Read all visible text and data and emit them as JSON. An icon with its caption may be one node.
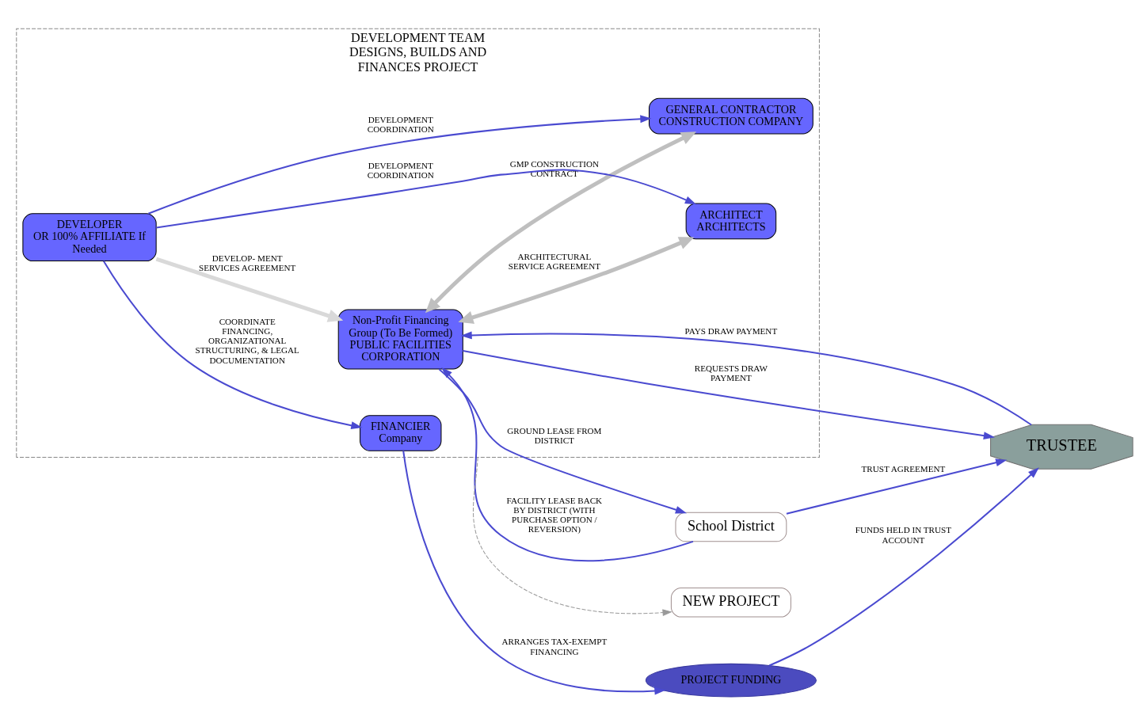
{
  "diagram": {
    "nodes": [
      {
        "text": [
          "School District"
        ]
      },
      {
        "text": [
          "TRUSTEE"
        ]
      },
      {
        "text": [
          "DEVELOPMENT TEAM DESIGNS, BUILDS AND FINANCES PROJECT"
        ]
      },
      {
        "text": [
          "Non-Profit Financing Group (To Be Formed)",
          "PUBLIC FACILITIES CORPORATION"
        ],
        "in": 2
      },
      {
        "text": [
          "GENERAL CONTRACTOR",
          "CONSTRUCTION COMPANY"
        ],
        "in": 2
      },
      {
        "text": [
          "DEVELOPER",
          "OR 100% AFFILIATE If Needed"
        ],
        "in": 2
      },
      {
        "text": [
          "FINANCIER",
          "Company"
        ],
        "in": 2
      },
      {
        "text": [
          "ARCHITECT",
          "ARCHITECTS"
        ],
        "in": 2
      },
      {
        "text": [
          "NEW PROJECT"
        ]
      },
      {
        "text": [
          "PROJECT FUNDING"
        ]
      }
    ],
    "edges": [
      {
        "from": 0,
        "to": 1,
        "arrow": "to",
        "label": "TRUST AGREEMENT"
      },
      {
        "from": 3,
        "to": 0,
        "arrow": "to",
        "label": "GROUND LEASE FROM DISTRICT"
      },
      {
        "from": 0,
        "to": 3,
        "arrow": "to",
        "label": "FACILITY LEASE BACK BY DISTRICT (WITH PURCHASE OPTION / REVERSION)"
      },
      {
        "from": 1,
        "to": 3,
        "arrow": "to",
        "label": "PAYS DRAW PAYMENT"
      },
      {
        "from": 3,
        "to": 1,
        "arrow": "to",
        "label": "REQUESTS DRAW PAYMENT"
      },
      {
        "from": 3,
        "to": 4,
        "arrow": "both",
        "label": "GMP CONSTRUCTION CONTRACT",
        "style": "thick",
        "color": "#bfbfbf"
      },
      {
        "from": 5,
        "to": 3,
        "arrow": "to",
        "label": "DEVELOP- MENT SERVICES AGREEMENT",
        "style": "thick",
        "color": "#d9d9d9"
      },
      {
        "from": 3,
        "to": 7,
        "arrow": "both",
        "label": "ARCHITECTURAL SERVICE AGREEMENT",
        "style": "thick",
        "color": "#bfbfbf"
      },
      {
        "from": 5,
        "to": 4,
        "arrow": "to",
        "label": "DEVELOPMENT COORDINATION"
      },
      {
        "from": 5,
        "to": 7,
        "arrow": "to",
        "label": "DEVELOPMENT COORDINATION"
      },
      {
        "from": 5,
        "to": 6,
        "arrow": "to",
        "label": "COORDINATE FINANCING, ORGANIZATIONAL STRUCTURING, & LEGAL DOCUMENTATION"
      },
      {
        "from": 6,
        "to": 9,
        "arrow": "to",
        "label": "ARRANGES TAX-EXEMPT FINANCING"
      },
      {
        "from": 9,
        "to": 1,
        "arrow": "to",
        "label": "FUNDS HELD IN TRUST ACCOUNT"
      },
      {
        "from": 2,
        "to": 8,
        "arrow": "to",
        "style": "dashed",
        "color": "#999999"
      }
    ]
  }
}
